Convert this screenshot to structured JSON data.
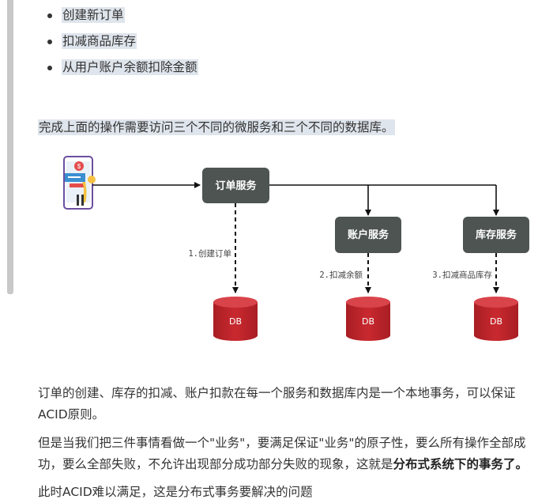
{
  "bullets": [
    "创建新订单",
    "扣减商品库存",
    "从用户账户余额扣除金额"
  ],
  "intro": "完成上面的操作需要访问三个不同的微服务和三个不同的数据库。",
  "diagram": {
    "services": {
      "order": "订单服务",
      "account": "账户服务",
      "stock": "库存服务"
    },
    "steps": {
      "order": "1.创建订单",
      "account": "2.扣减余额",
      "stock": "3.扣减商品库存"
    },
    "db_label": "DB",
    "colors": {
      "service_box": "#4d5452",
      "db": "#c1272d",
      "arrow": "#111111"
    }
  },
  "paragraphs": {
    "p1": "订单的创建、库存的扣减、账户扣款在每一个服务和数据库内是一个本地事务，可以保证ACID原则。",
    "p2_normal": "但是当我们把三件事情看做一个\"业务\"，要满足保证\"业务\"的原子性，要么所有操作全部成功，要么全部失败，不允许出现部分成功部分失败的现象，这就是",
    "p2_bold": "分布式系统下的事务了。",
    "p3": "此时ACID难以满足，这是分布式事务要解决的问题"
  }
}
